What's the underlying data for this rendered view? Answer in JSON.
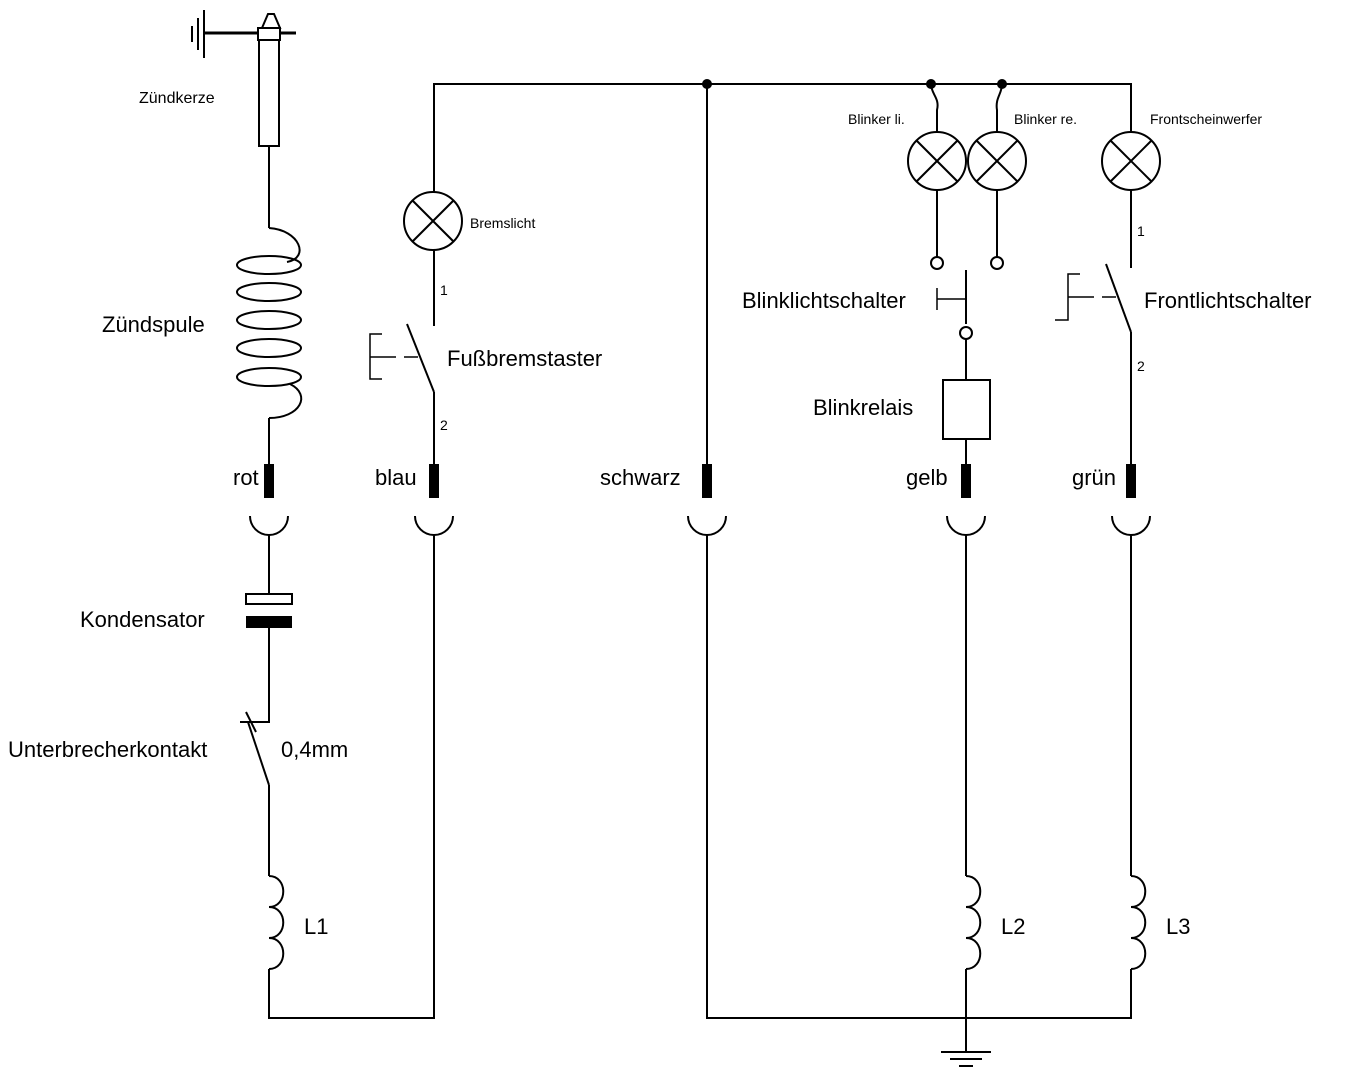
{
  "labels": {
    "zuendkerze": "Zündkerze",
    "zuendspule": "Zündspule",
    "kondensator": "Kondensator",
    "unterbrecher": "Unterbrecherkontakt",
    "gap": "0,4mm",
    "bremslicht": "Bremslicht",
    "fussbremstaster": "Fußbremstaster",
    "blinker_li": "Blinker li.",
    "blinker_re": "Blinker re.",
    "frontscheinwerfer": "Frontscheinwerfer",
    "blinklichtschalter": "Blinklichtschalter",
    "frontlichtschalter": "Frontlichtschalter",
    "blinkrelais": "Blinkrelais",
    "l1": "L1",
    "l2": "L2",
    "l3": "L3"
  },
  "connectors": {
    "rot": "rot",
    "blau": "blau",
    "schwarz": "schwarz",
    "gelb": "gelb",
    "gruen": "grün"
  },
  "pin_numbers": {
    "brems_1": "1",
    "brems_2": "2",
    "front_1": "1",
    "front_2": "2"
  }
}
